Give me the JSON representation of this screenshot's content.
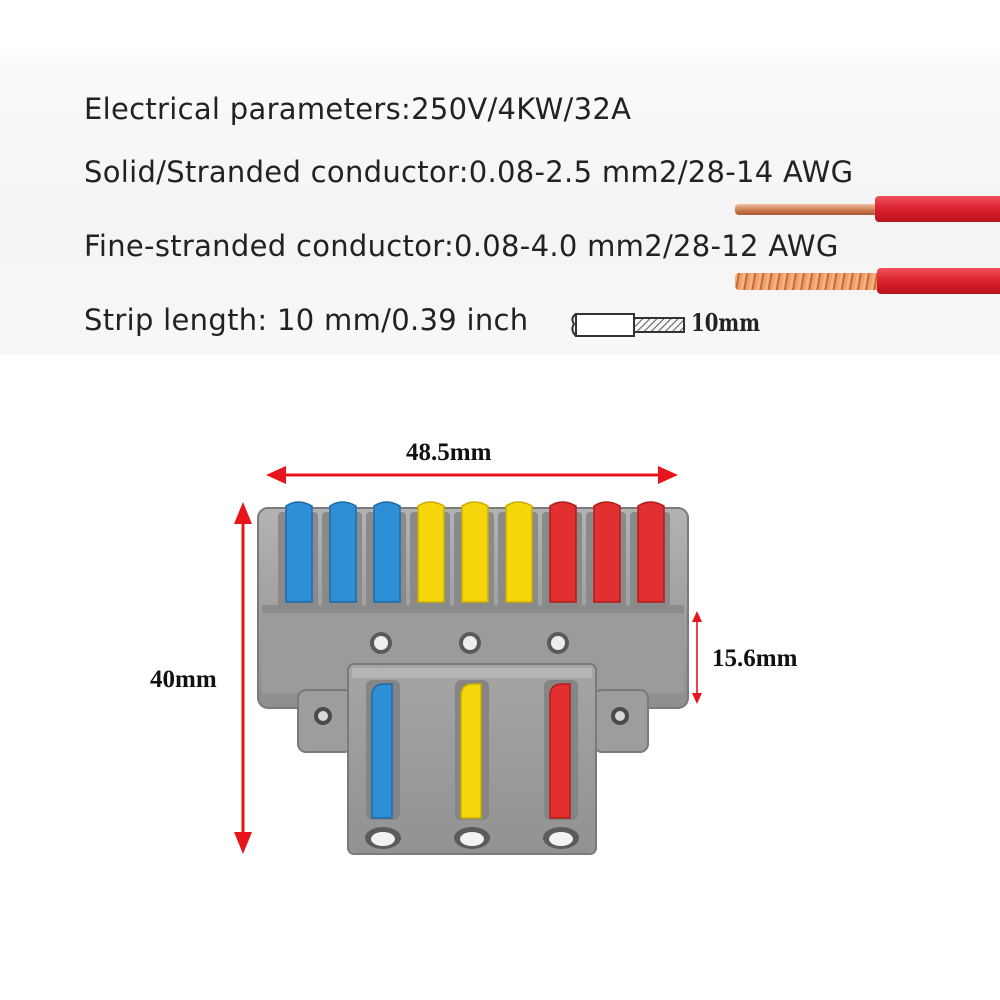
{
  "specs": {
    "electrical": "Electrical parameters:250V/4KW/32A",
    "solid": "Solid/Stranded conductor:0.08-2.5 mm2/28-14 AWG",
    "fine": "Fine-stranded conductor:0.08-4.0 mm2/28-12 AWG",
    "strip": "Strip length: 10 mm/0.39 inch",
    "strip_diagram_label": "10mm"
  },
  "dimensions": {
    "width": "48.5mm",
    "height": "40mm",
    "depth": "15.6mm"
  },
  "colors": {
    "blue_lever": "#2f8fd6",
    "yellow_lever": "#f5d60a",
    "red_lever": "#e22f2f",
    "housing": "#9a9a9a",
    "dimension_arrow": "#e8141b",
    "wire_insulation": "#e0232f",
    "copper": "#d98a5a"
  },
  "connector": {
    "top_levers": [
      "blue",
      "blue",
      "blue",
      "yellow",
      "yellow",
      "yellow",
      "red",
      "red",
      "red"
    ],
    "bottom_levers": [
      "blue",
      "yellow",
      "red"
    ]
  }
}
